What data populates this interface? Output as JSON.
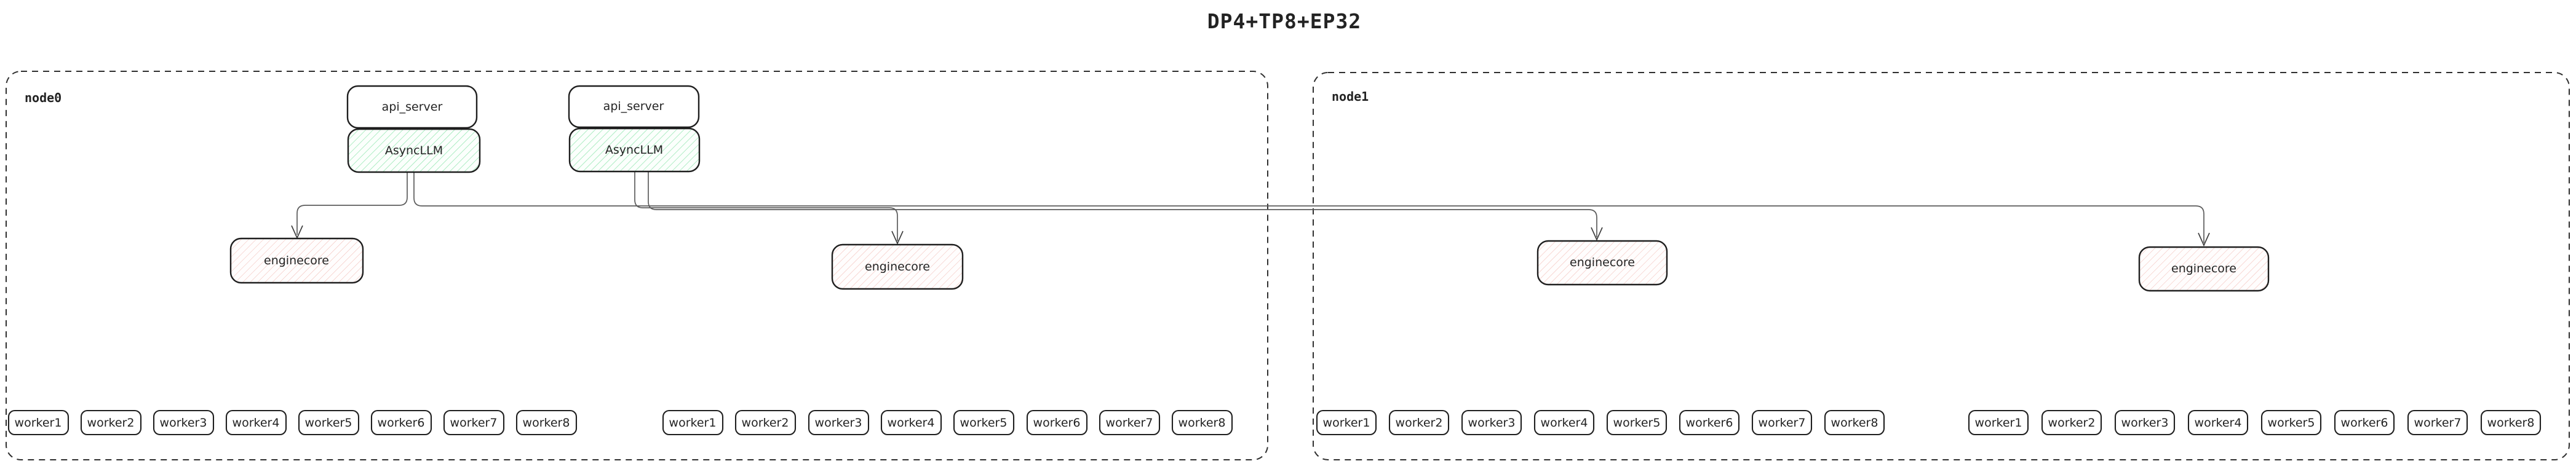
{
  "title": "DP4+TP8+EP32",
  "node0": {
    "label": "node0"
  },
  "node1": {
    "label": "node1"
  },
  "labels": {
    "api_server": "api_server",
    "asyncllm": "AsyncLLM",
    "enginecore": "enginecore"
  },
  "workers": [
    "worker1",
    "worker2",
    "worker3",
    "worker4",
    "worker5",
    "worker6",
    "worker7",
    "worker8"
  ],
  "colors": {
    "background": "#ffffff",
    "text": "#232323",
    "box_border": "#1f1f1f",
    "node_border": "#2f2f2f",
    "edge": "#5c5c5c",
    "hatch_green_line": "#8fe5ad",
    "hatch_green_bg": "#fbfffc",
    "hatch_red_line": "#f2bdb6",
    "hatch_red_bg": "#fffdfd"
  }
}
